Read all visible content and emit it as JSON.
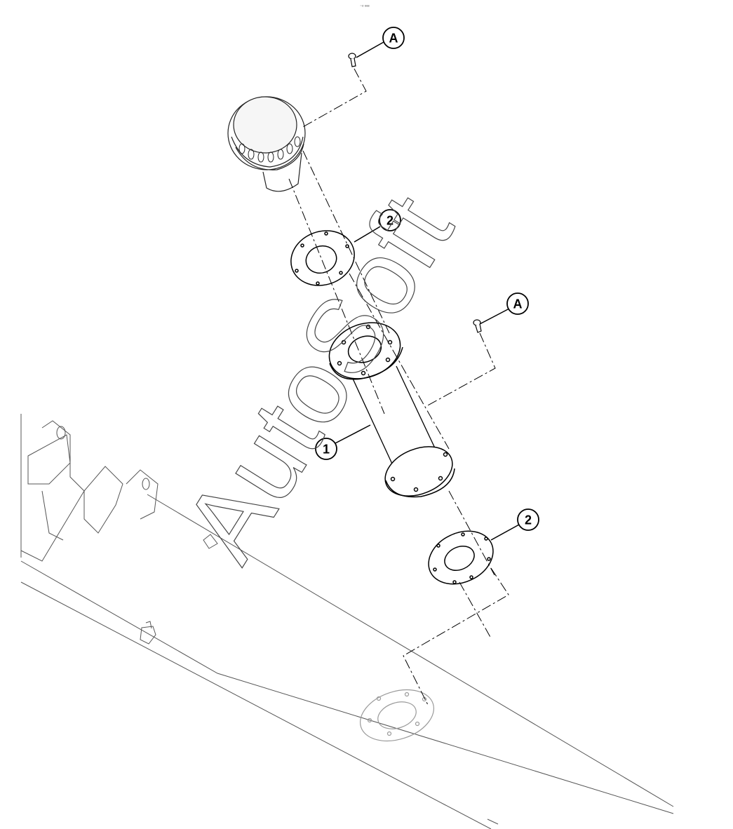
{
  "diagram": {
    "callouts": [
      {
        "label": "A"
      },
      {
        "label": "2"
      },
      {
        "label": "A"
      },
      {
        "label": "1"
      },
      {
        "label": "2"
      }
    ],
    "watermark": "AutoSoft",
    "header_mark": "⁻ᵒ ᵉᵉᵉ"
  },
  "colors": {
    "line": "#000000",
    "faint": "#9a9a9a",
    "frame": "#555555"
  }
}
